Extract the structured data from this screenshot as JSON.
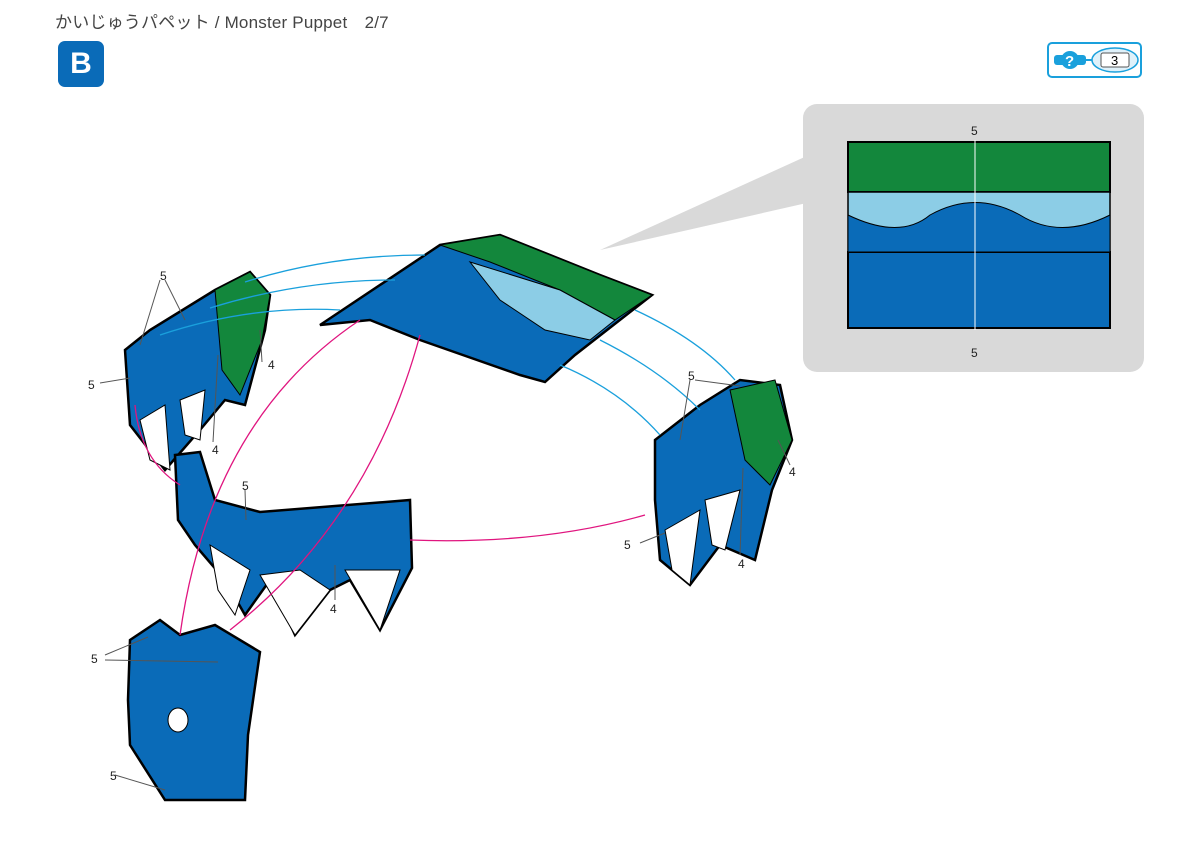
{
  "header": {
    "title": "かいじゅうパペット / Monster Puppet　2/7",
    "step_letter": "B"
  },
  "help_badge": {
    "icon": "question-icon",
    "piece_count": "3"
  },
  "callouts": {
    "five": [
      "5",
      "5",
      "5",
      "5",
      "5",
      "5",
      "5",
      "5",
      "5"
    ],
    "four": [
      "4",
      "4",
      "4",
      "4",
      "4"
    ]
  },
  "colors": {
    "blue": "#0a6bb8",
    "green": "#13873c",
    "light_blue": "#8ccde6",
    "arrow_blue": "#1aa0dc",
    "arrow_magenta": "#e0157f",
    "inset_bg": "#d9d9d9"
  }
}
